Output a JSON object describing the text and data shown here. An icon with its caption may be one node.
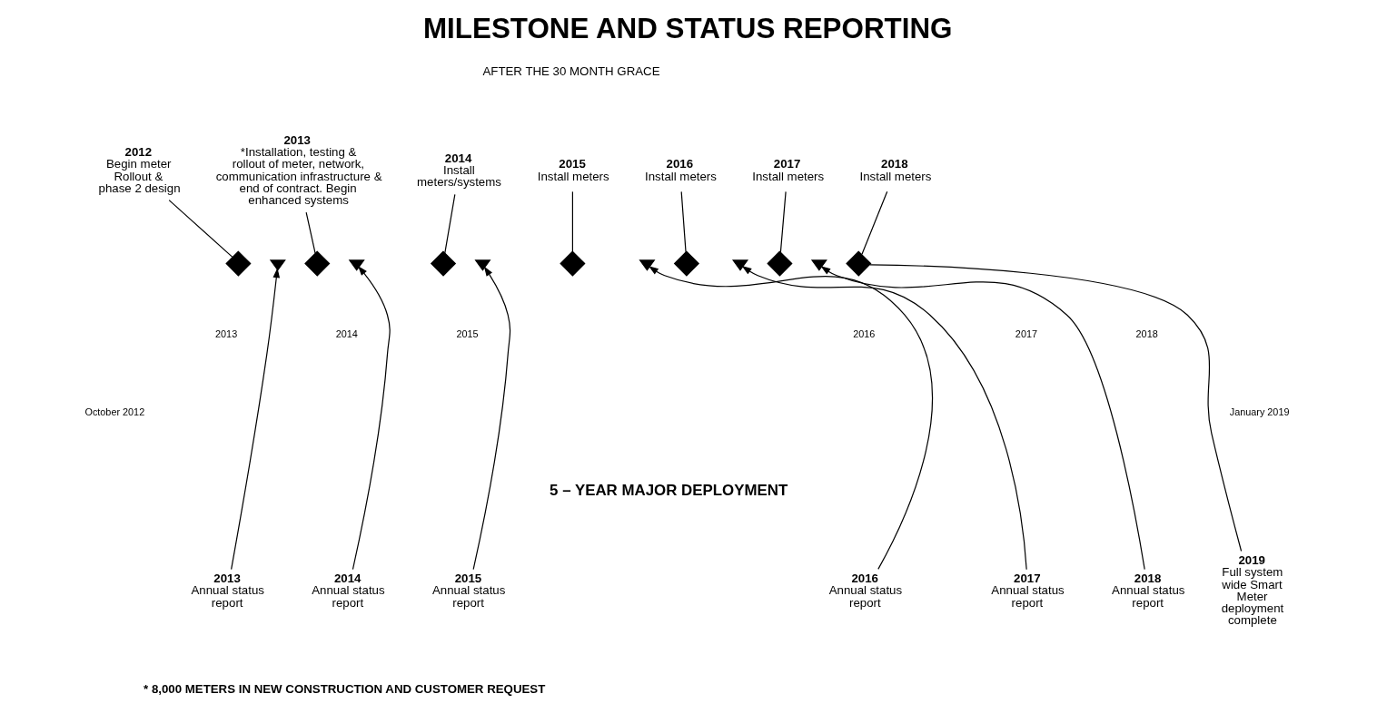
{
  "diagram": {
    "title": "MILESTONE AND STATUS REPORTING",
    "nodes": [
      {
        "text": [
          "2012",
          "Begin meter Rollout & phase 2 design"
        ]
      },
      {
        "text": [
          "2013",
          "*Installation, testing & rollout of meter, network, communication infrastructure & end of contract. Begin enhanced systems"
        ]
      },
      {
        "text": [
          "2014",
          "Install meters/systems"
        ]
      },
      {
        "text": [
          "2015",
          "Install meters"
        ]
      },
      {
        "text": [
          "2016",
          "Install meters"
        ]
      },
      {
        "text": [
          "2017",
          "Install meters"
        ]
      },
      {
        "text": [
          "2018",
          "Install meters"
        ]
      },
      {
        "text": [],
        "shape": "diamond"
      },
      {
        "text": [],
        "shape": "triangle"
      },
      {
        "text": [],
        "shape": "diamond"
      },
      {
        "text": [],
        "shape": "triangle"
      },
      {
        "text": [],
        "shape": "diamond"
      },
      {
        "text": [],
        "shape": "triangle"
      },
      {
        "text": [],
        "shape": "diamond"
      },
      {
        "text": [],
        "shape": "triangle"
      },
      {
        "text": [],
        "shape": "diamond"
      },
      {
        "text": [],
        "shape": "triangle"
      },
      {
        "text": [],
        "shape": "diamond"
      },
      {
        "text": [],
        "shape": "triangle"
      },
      {
        "text": [],
        "shape": "diamond"
      },
      {
        "text": [
          "2013",
          "Annual status report"
        ]
      },
      {
        "text": [
          "2014",
          "Annual status report"
        ]
      },
      {
        "text": [
          "2015",
          "Annual status report"
        ]
      },
      {
        "text": [
          "2016",
          "Annual status report"
        ]
      },
      {
        "text": [
          "2017",
          "Annual status report"
        ]
      },
      {
        "text": [
          "2018",
          "Annual status report"
        ]
      },
      {
        "text": [
          "2019",
          "Full system wide Smart Meter deployment complete"
        ]
      }
    ],
    "edges": [
      {
        "from": 0,
        "to": 7,
        "arrow": "none"
      },
      {
        "from": 1,
        "to": 9,
        "arrow": "none"
      },
      {
        "from": 2,
        "to": 11,
        "arrow": "none"
      },
      {
        "from": 3,
        "to": 13,
        "arrow": "none"
      },
      {
        "from": 4,
        "to": 15,
        "arrow": "none"
      },
      {
        "from": 5,
        "to": 17,
        "arrow": "none"
      },
      {
        "from": 6,
        "to": 19,
        "arrow": "none"
      },
      {
        "from": 20,
        "to": 8,
        "arrow": "to"
      },
      {
        "from": 21,
        "to": 10,
        "arrow": "to"
      },
      {
        "from": 22,
        "to": 12,
        "arrow": "to"
      },
      {
        "from": 23,
        "to": 14,
        "arrow": "to"
      },
      {
        "from": 24,
        "to": 16,
        "arrow": "to"
      },
      {
        "from": 25,
        "to": 18,
        "arrow": "to"
      },
      {
        "from": 26,
        "to": 19,
        "arrow": "none"
      }
    ],
    "labels": [
      "AFTER THE 30 MONTH GRACE",
      "2013",
      "2014",
      "2015",
      "2016",
      "2017",
      "2018",
      "October 2012",
      "January 2019",
      "5 – YEAR MAJOR DEPLOYMENT",
      "* 8,000 METERS IN NEW CONSTRUCTION AND CUSTOMER REQUEST"
    ]
  }
}
